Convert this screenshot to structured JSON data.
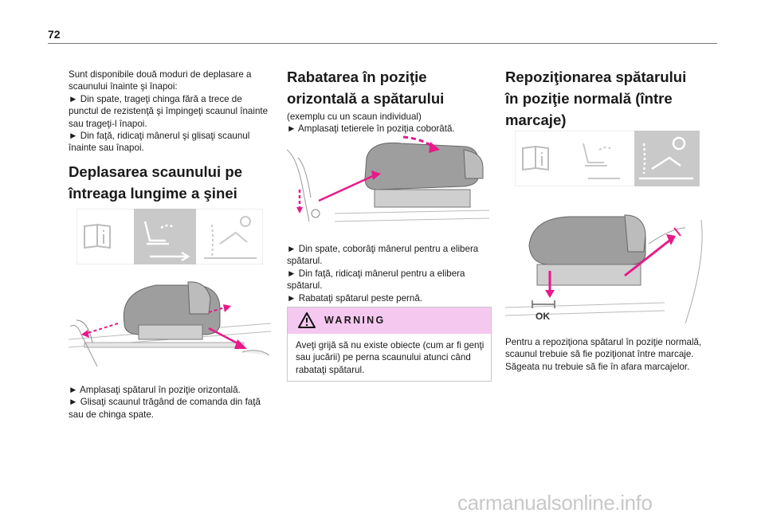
{
  "page": {
    "number": "72"
  },
  "col1": {
    "intro": [
      "Sunt disponibile două moduri de deplasare a",
      "scaunului înainte şi înapoi:",
      "►  Din spate, trageţi chinga fără a trece de",
      "punctul de rezistenţă şi împingeţi scaunul înainte",
      "sau trageţi-l înapoi.",
      "►  Din faţă, ridicaţi mânerul şi glisaţi scaunul",
      "înainte sau înapoi."
    ],
    "heading": [
      "Deplasarea scaunului pe",
      "întreaga lungime a şinei"
    ],
    "steps": [
      "►  Amplasaţi spătarul în poziţie orizontală.",
      "►  Glisaţi scaunul trăgând de comanda din faţă",
      "sau de chinga spate."
    ]
  },
  "col2": {
    "heading": [
      "Rabatarea în poziţie",
      "orizontală a spătarului"
    ],
    "intro": [
      "(exemplu cu un scaun individual)",
      "►  Amplasaţi tetierele în poziţia coborâtă."
    ],
    "steps": [
      "►  Din spate, coborâţi mânerul pentru a elibera",
      "spătarul.",
      "►  Din faţă, ridicaţi mânerul pentru a elibera",
      "spătarul.",
      "►  Rabataţi spătarul peste pernă."
    ],
    "warning": {
      "title": "WARNING",
      "body": [
        "Aveţi grijă să nu existe obiecte (cum ar fi genţi",
        "sau jucării) pe perna scaunului atunci când",
        "rabataţi spătarul."
      ]
    }
  },
  "col3": {
    "heading": [
      "Repoziţionarea spătarului",
      "în poziţie normală (între",
      "marcaje)"
    ],
    "ok_label": "OK",
    "body": [
      "Pentru a repoziţiona spătarul în poziţie normală,",
      "scaunul trebuie să fie poziţionat între marcaje.",
      "Săgeata nu trebuie să fie în afara marcajelor."
    ]
  },
  "watermark": "carmanualsonline.info",
  "colors": {
    "accent_arrow": "#e8198b",
    "warning_band": "#f5c9ef",
    "highlight_panel": "#c9c9c9"
  }
}
